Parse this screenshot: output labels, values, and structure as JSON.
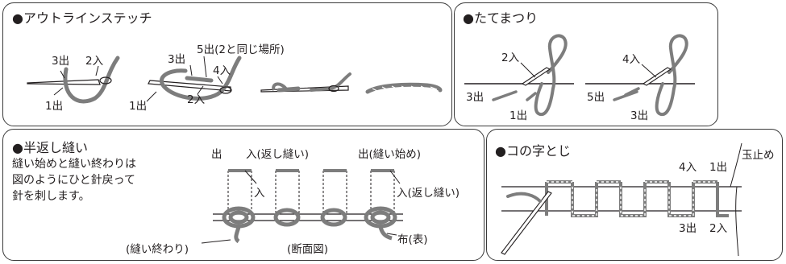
{
  "panels": {
    "outline": {
      "title": "●アウトラインステッチ",
      "labels": {
        "s1_3out": "3出",
        "s1_2in": "2入",
        "s1_1out": "1出",
        "s2_3out": "3出",
        "s2_5out": "5出(2と同じ場所)",
        "s2_4in": "4入",
        "s2_2in": "2入",
        "s2_1out": "1出"
      }
    },
    "tatematsuri": {
      "title": "●たてまつり",
      "labels": {
        "a_2in": "2入",
        "a_3out": "3出",
        "a_1out": "1出",
        "b_4in": "4入",
        "b_5out": "5出",
        "b_3out": "3出"
      }
    },
    "han_gaeshi": {
      "title": "●半返し縫い",
      "desc": [
        "縫い始めと縫い終わりは",
        "図のようにひと針戻って",
        "針を刺します。"
      ],
      "labels": {
        "out": "出",
        "in_return": "入(返し縫い)",
        "out_start": "出(縫い始め)",
        "in": "入",
        "in_return2": "入(返し縫い)",
        "cloth": "布(表)",
        "end": "(縫い終わり)",
        "section": "(断面図)"
      }
    },
    "konoji": {
      "title": "●コの字とじ",
      "labels": {
        "tama": "玉止め",
        "in4": "4入",
        "out1": "1出",
        "out3": "3出",
        "in2": "2入"
      }
    }
  },
  "colors": {
    "thread": "#7d7d7d",
    "line": "#231f20",
    "border": "#3a3a3a"
  }
}
